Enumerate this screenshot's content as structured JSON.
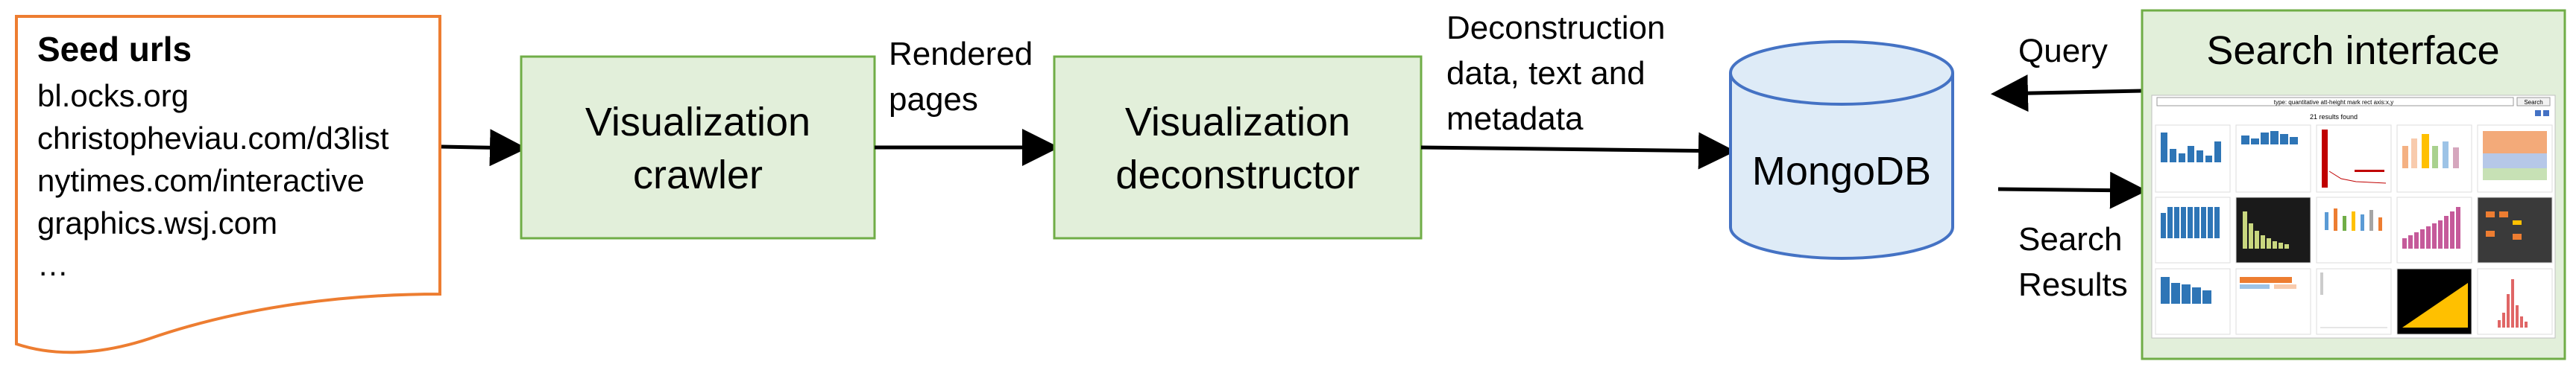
{
  "seed_doc": {
    "title": "Seed urls",
    "lines": [
      "bl.ocks.org",
      "christopheviau.com/d3list",
      "nytimes.com/interactive",
      "graphics.wsj.com",
      "…"
    ],
    "border_color": "#ED7D31"
  },
  "crawler": {
    "line1": "Visualization",
    "line2": "crawler",
    "fill": "#E2EFDA",
    "stroke": "#70AD47"
  },
  "deconstructor": {
    "line1": "Visualization",
    "line2": "deconstructor",
    "fill": "#E2EFDA",
    "stroke": "#70AD47"
  },
  "edge_crawler": {
    "line1": "Rendered",
    "line2": "pages"
  },
  "edge_decon": {
    "line1": "Deconstruction",
    "line2": "data, text and",
    "line3": "metadata"
  },
  "database": {
    "label": "MongoDB",
    "fill": "#DEEBF7",
    "stroke": "#4472C4"
  },
  "edge_query": {
    "label": "Query"
  },
  "edge_results": {
    "line1": "Search",
    "line2": "Results"
  },
  "search_panel": {
    "title": "Search interface",
    "query_text": "type: quantitative att-height mark rect axis:x,y",
    "search_button": "Search",
    "results_text": "21 results found",
    "fill": "#E2EFDA",
    "stroke": "#70AD47"
  }
}
